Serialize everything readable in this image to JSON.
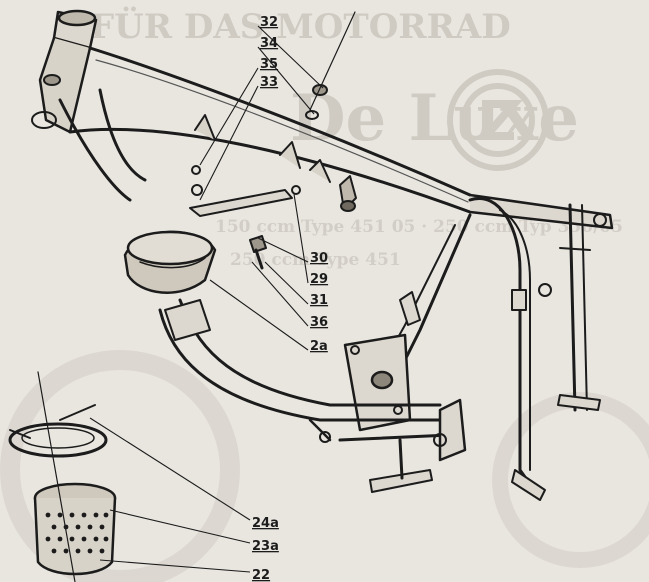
{
  "background_text": {
    "line1": "FÜR DAS MOTORRAD",
    "brand": "De Luxe",
    "line3": "150 ccm Type 451 05 · 250 ccm Typ 350/05",
    "line4": "250 ccm Type 451"
  },
  "callouts": {
    "c32": "32",
    "c34": "34",
    "c35": "35",
    "c33": "33",
    "c30": "30",
    "c29": "29",
    "c31": "31",
    "c36": "36",
    "c2a": "2a",
    "c24a": "24a",
    "c23a": "23a",
    "c22": "22"
  },
  "colors": {
    "paper": "#e9e6e0",
    "ink": "#1c1c1c",
    "ghost": "#cfcbc3"
  }
}
